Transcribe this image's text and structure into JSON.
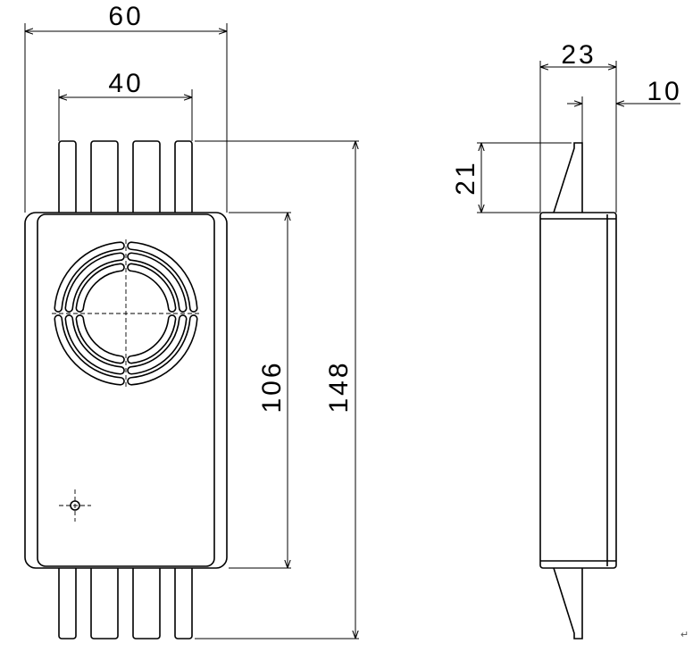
{
  "front_view": {
    "overall_width_label": "60",
    "connector_span_label": "40",
    "overall_height_label": "148",
    "body_height_label": "106"
  },
  "side_view": {
    "depth_label": "23",
    "tab_offset_label": "10",
    "tab_height_label": "21"
  },
  "paragraph_mark": "↵"
}
